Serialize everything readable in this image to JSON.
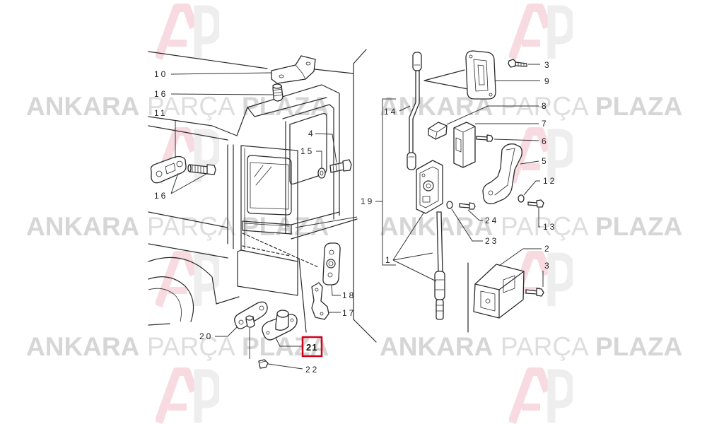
{
  "diagram": {
    "callouts": [
      {
        "label": "10"
      },
      {
        "label": "16"
      },
      {
        "label": "11"
      },
      {
        "label": "16"
      },
      {
        "label": "4"
      },
      {
        "label": "15"
      },
      {
        "label": "19"
      },
      {
        "label": "14"
      },
      {
        "label": "1"
      },
      {
        "label": "3"
      },
      {
        "label": "9"
      },
      {
        "label": "8"
      },
      {
        "label": "7"
      },
      {
        "label": "6"
      },
      {
        "label": "5"
      },
      {
        "label": "12"
      },
      {
        "label": "13"
      },
      {
        "label": "24"
      },
      {
        "label": "23"
      },
      {
        "label": "2"
      },
      {
        "label": "3"
      },
      {
        "label": "18"
      },
      {
        "label": "17"
      },
      {
        "label": "20"
      },
      {
        "label": "21",
        "highlighted": true
      },
      {
        "label": "22"
      }
    ]
  },
  "watermark": {
    "word1": "ANKARA",
    "word2": "PARÇA",
    "word3": "PLAZA"
  },
  "logo": {
    "letters": "AP",
    "icon": "ap-logo"
  },
  "colors": {
    "line": "#2a2a2a",
    "highlight": "#d0021b",
    "watermark_text": "#d6d6d6",
    "logo_red": "#c8102e",
    "logo_gray": "#8c8c8c",
    "background": "#ffffff"
  }
}
